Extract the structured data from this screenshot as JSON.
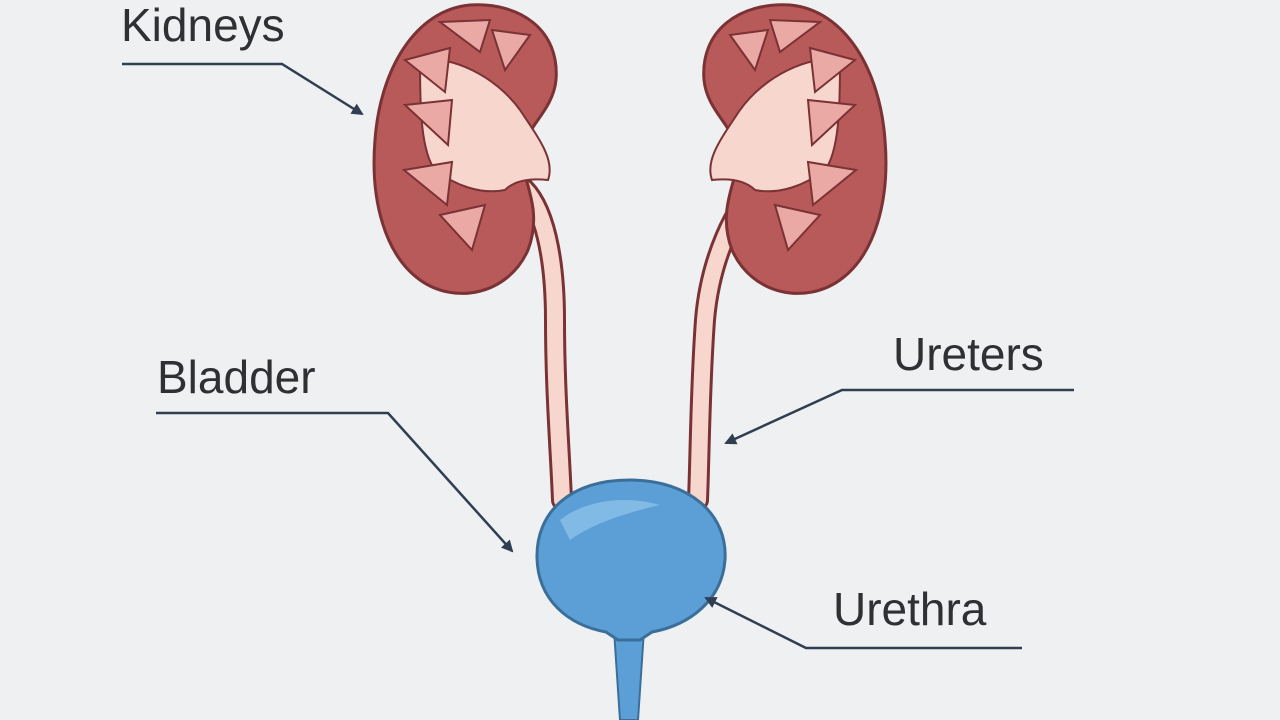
{
  "labels": {
    "kidneys": "Kidneys",
    "bladder": "Bladder",
    "ureters": "Ureters",
    "urethra": "Urethra"
  },
  "colors": {
    "background": "#eef0f2",
    "kidney_fill": "#b8595a",
    "kidney_outline": "#7a3235",
    "pelvis_fill": "#f6d6cd",
    "pyramid_fill": "#eaa9a4",
    "bladder_fill": "#5b9fd6",
    "bladder_outline": "#3b6f9a",
    "leader_line": "#2f3e50",
    "text": "#2f3033"
  }
}
